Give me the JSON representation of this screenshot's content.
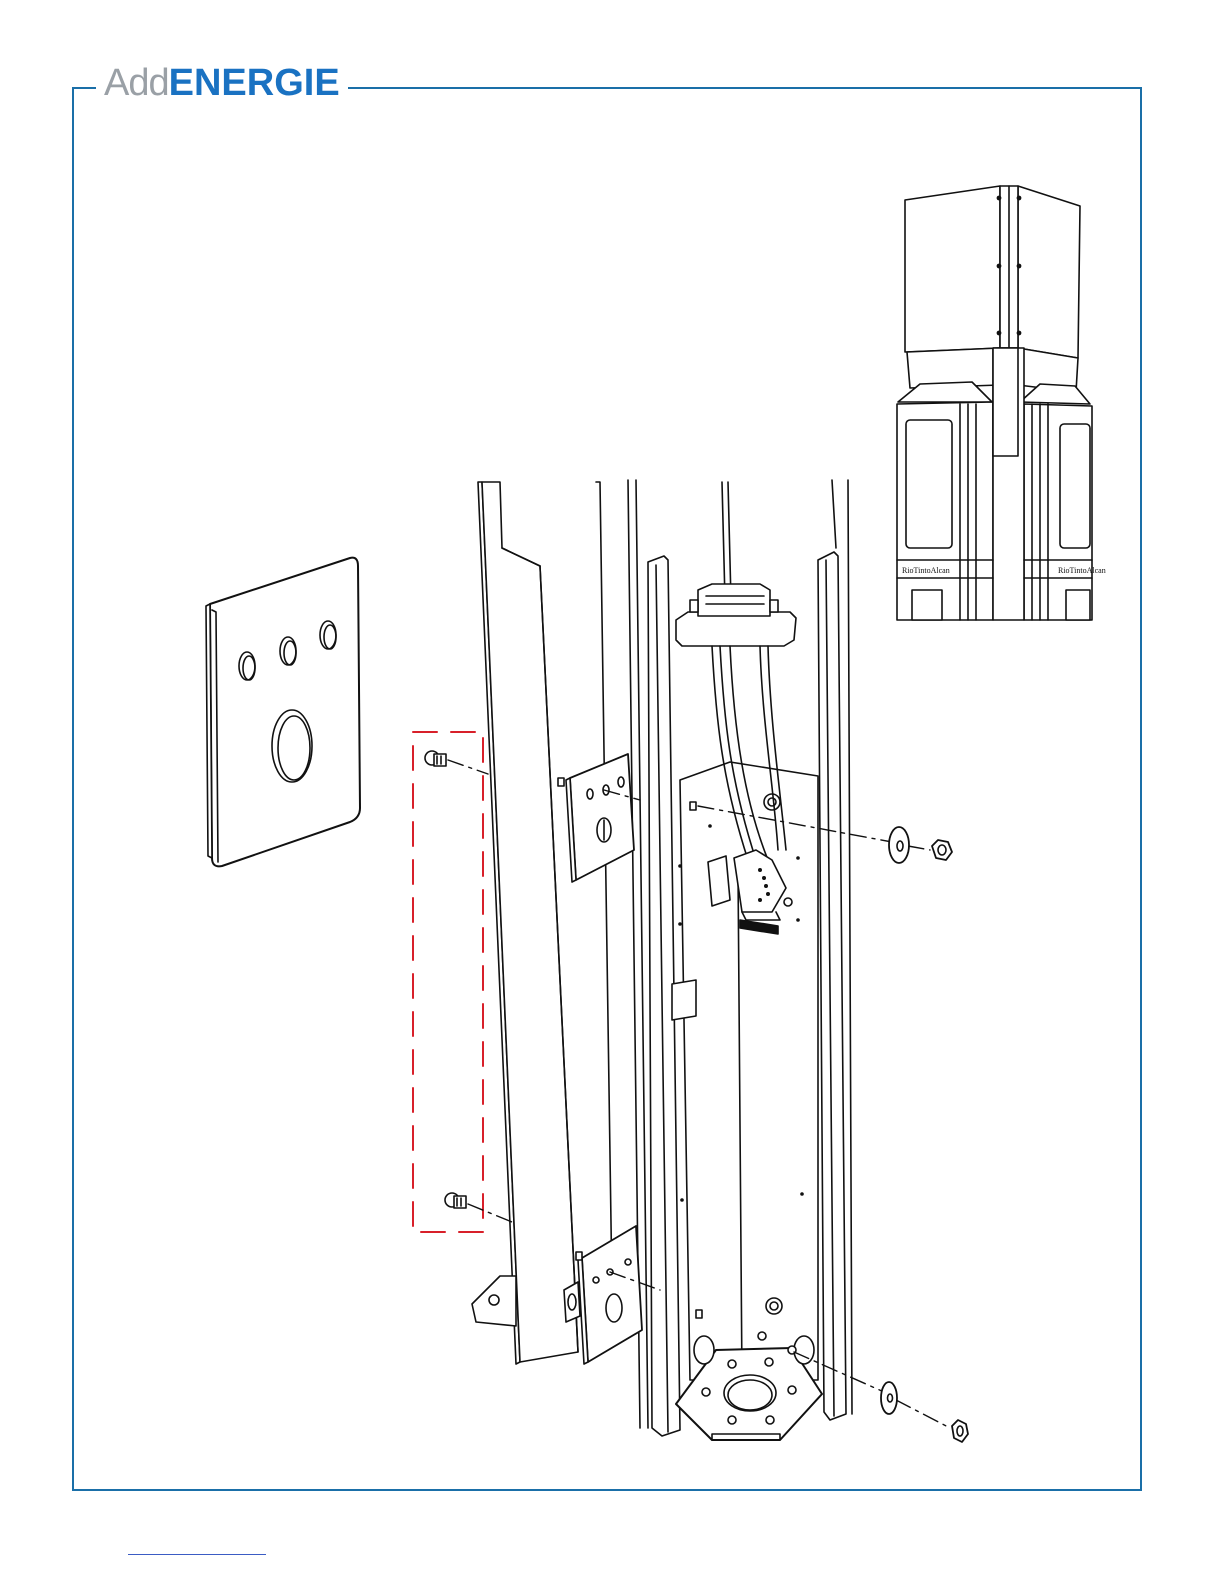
{
  "logo": {
    "part_add": "Add",
    "part_energie": "ENERGIE"
  },
  "inset": {
    "brand_left": "RioTintoAlcan",
    "brand_right": "RioTintoAlcan"
  },
  "colors": {
    "frame": "#1a6fa8",
    "logo_grey": "#9aa0a6",
    "logo_blue": "#1a72c2",
    "highlight_dash": "#d8202a",
    "line": "#111111"
  },
  "icons": {
    "plate": "cover-plate",
    "post": "post-frame",
    "bolt": "bolt-icon",
    "washer": "washer-icon",
    "nut": "nut-icon"
  }
}
